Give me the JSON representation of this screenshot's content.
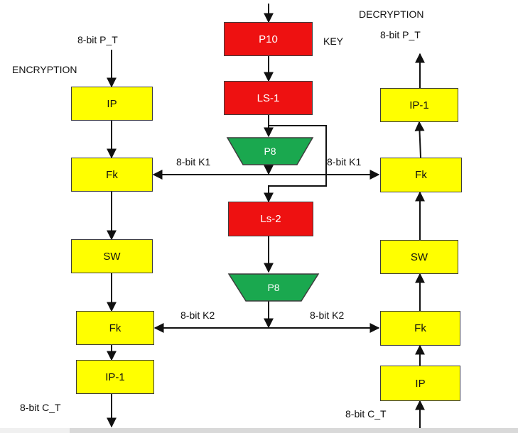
{
  "key_schedule": {
    "key_label": "KEY",
    "p10": "P10",
    "ls1": "LS-1",
    "p8_top": "P8",
    "ls2": "Ls-2",
    "p8_bottom": "P8"
  },
  "encryption": {
    "title": "ENCRYPTION",
    "input_label": "8-bit P_T",
    "ip": "IP",
    "fk1": "Fk",
    "sw": "SW",
    "fk2": "Fk",
    "ip_inv": "IP-1",
    "output_label": "8-bit C_T"
  },
  "decryption": {
    "title": "DECRYPTION",
    "output_label": "8-bit P_T",
    "ip_inv": "IP-1",
    "fk1": "Fk",
    "sw": "SW",
    "fk2": "Fk",
    "ip": "IP",
    "input_label": "8-bit C_T"
  },
  "keys": {
    "k1_left": "8-bit K1",
    "k1_right": "8-bit K1",
    "k2_left": "8-bit K2",
    "k2_right": "8-bit K2"
  },
  "colors": {
    "yellow_box": "#ffff00",
    "red_box": "#ee1111",
    "green_trapezoid": "#1aa84f"
  }
}
